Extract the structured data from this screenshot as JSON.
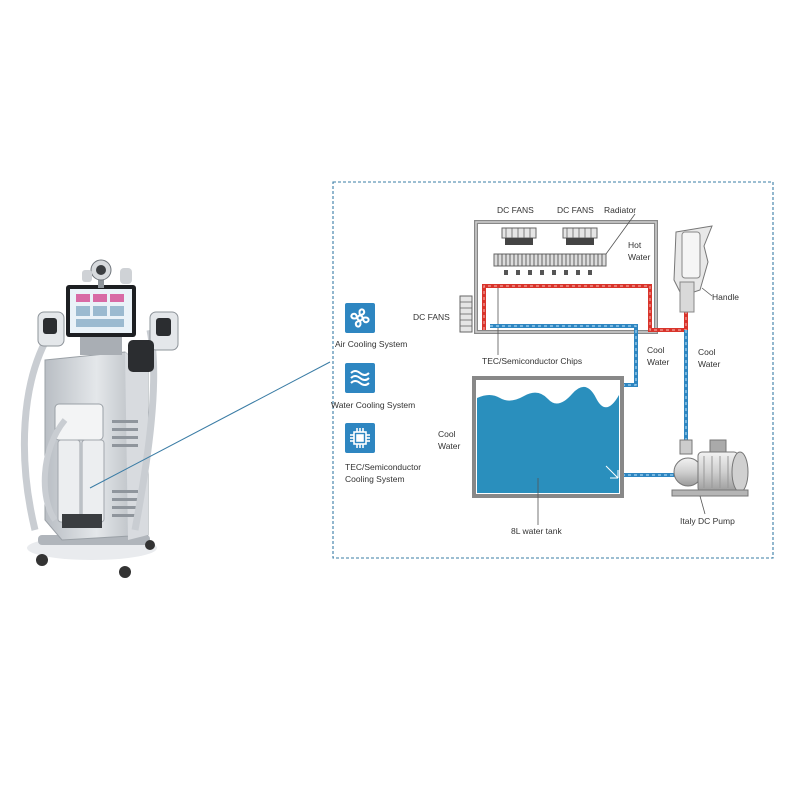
{
  "legend": {
    "air": {
      "label": "Air Cooling System",
      "icon": "fan-icon"
    },
    "water": {
      "label": "Water Cooling System",
      "icon": "water-waves-icon"
    },
    "tec": {
      "label_line1": "TEC/Semiconductor",
      "label_line2": "Cooling System",
      "icon": "chip-icon"
    }
  },
  "diagram": {
    "dc_fans_top_1": "DC FANS",
    "dc_fans_top_2": "DC FANS",
    "radiator": "Radiator",
    "hot_water_1": "Hot",
    "hot_water_2": "Water",
    "dc_fans_side": "DC FANS",
    "handle": "Handle",
    "tec_chips": "TEC/Semiconductor Chips",
    "cool_water_mid_1": "Cool",
    "cool_water_mid_2": "Water",
    "cool_water_right_1": "Cool",
    "cool_water_right_2": "Water",
    "cool_water_left_1": "Cool",
    "cool_water_left_2": "Water",
    "tank": "8L water tank",
    "pump": "Italy DC Pump"
  },
  "colors": {
    "accent_blue": "#2e86c1",
    "tank_blue": "#2a8fbd",
    "hot_red": "#d9342b",
    "frame_dashed": "#3a7ca5",
    "machine_gray": "#c9cdd2"
  }
}
